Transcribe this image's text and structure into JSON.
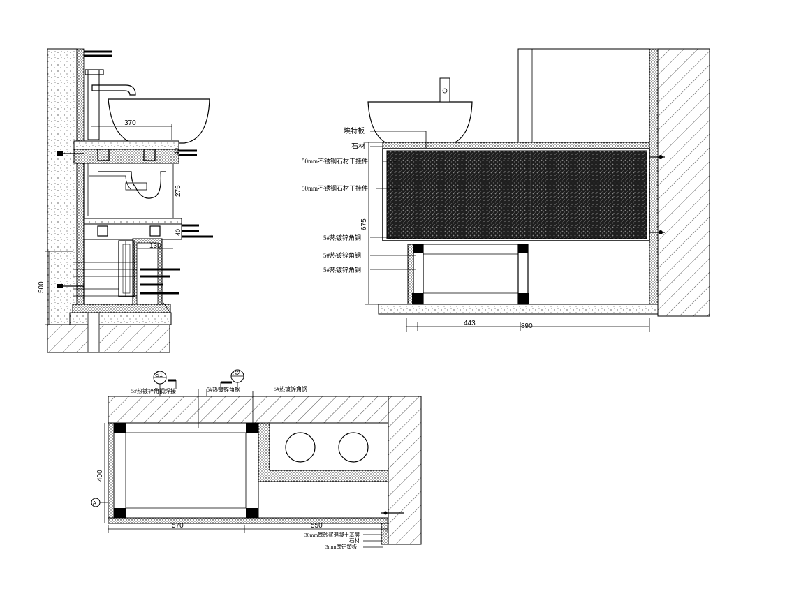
{
  "section_left": {
    "dims": {
      "d370": "370",
      "d275": "275",
      "d130": "130",
      "d500": "500"
    }
  },
  "elevation_right": {
    "labels": {
      "l1": "埃特板",
      "l2": "石材",
      "l3": "50mm不锈钢石材干挂件",
      "l4": "50mm不锈钢石材干挂件",
      "l5": "5#热镀锌角钢",
      "l6": "5#热镀锌角钢",
      "l7": "5#热镀锌角钢"
    },
    "dims": {
      "h675": "675",
      "w443": "443",
      "w890": "890"
    }
  },
  "plan_bottom": {
    "markers": {
      "s1": "S1",
      "s2": "S2"
    },
    "labels": {
      "top1": "5#热镀锌角钢焊接",
      "top2": "5#热镀锌角钢",
      "top3": "5#热镀锌角钢",
      "b1": "30mm厚砂浆混凝土基层",
      "b2": "石材",
      "b3": "3mm厚铝塑板"
    },
    "dims": {
      "d400": "400",
      "d570": "570",
      "d550": "550"
    }
  }
}
